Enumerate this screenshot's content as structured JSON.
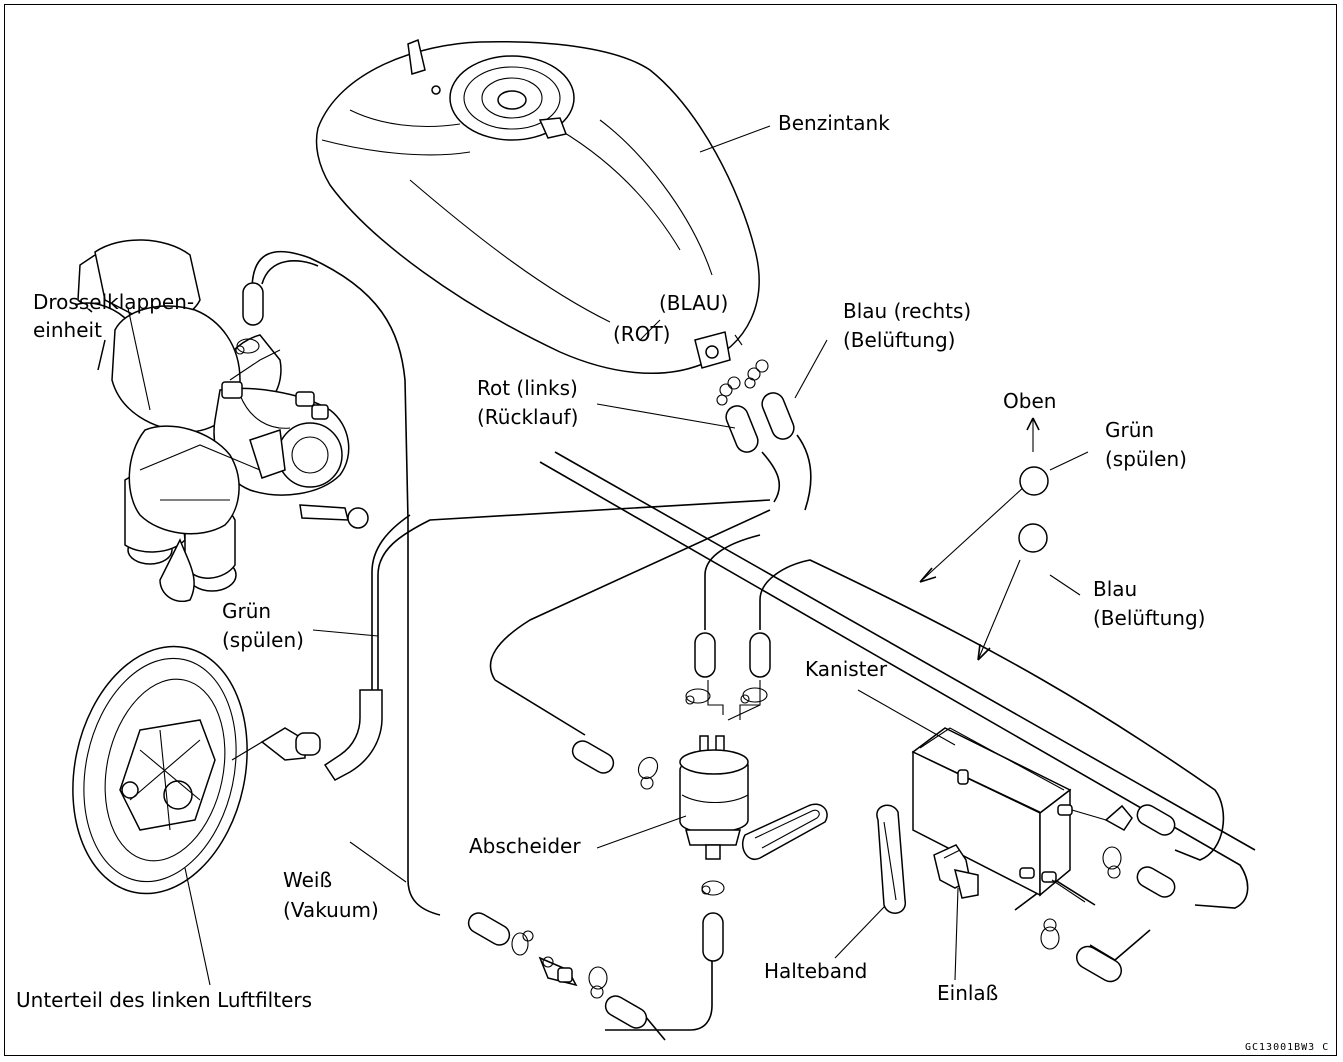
{
  "labels": {
    "fuel_tank": "Benzintank",
    "throttle_body_1": "Drosselklappen-",
    "throttle_body_2": "einheit",
    "blau_upper": "(BLAU)",
    "rot_upper": "(ROT)",
    "blue_right_1": "Blau (rechts)",
    "blue_right_2": "(Belüftung)",
    "red_left_1": "Rot (links)",
    "red_left_2": "(Rücklauf)",
    "up": "Oben",
    "green_purge_right_1": "Grün",
    "green_purge_right_2": "(spülen)",
    "blue_vent_1": "Blau",
    "blue_vent_2": "(Belüftung)",
    "green_purge_left_1": "Grün",
    "green_purge_left_2": "(spülen)",
    "canister": "Kanister",
    "separator": "Abscheider",
    "white_vacuum_1": "Weiß",
    "white_vacuum_2": "(Vakuum)",
    "band": "Halteband",
    "inlet": "Einlaß",
    "air_filter": "Unterteil des linken Luftfilters",
    "figure_code": "GC13001BW3 C"
  }
}
